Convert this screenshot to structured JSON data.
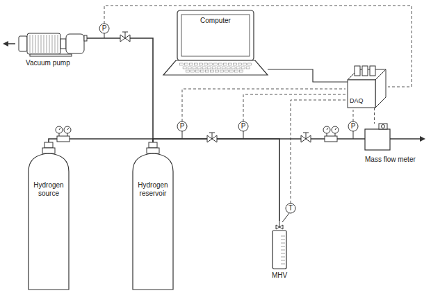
{
  "diagram": {
    "nodes": [
      {
        "text": [
          "Vacuum pump"
        ]
      },
      {
        "text": [
          "Computer"
        ]
      },
      {
        "text": [
          "DAQ"
        ]
      },
      {
        "text": [
          "Hydrogen source"
        ]
      },
      {
        "text": [
          "Hydrogen reservoir"
        ]
      },
      {
        "text": [
          "MHV"
        ]
      },
      {
        "text": [
          "Mass flow meter"
        ]
      }
    ],
    "edges": [
      {
        "from": 1,
        "to": 2,
        "arrow": "none"
      },
      {
        "from": 3,
        "to": 4,
        "arrow": "none"
      },
      {
        "from": 4,
        "to": 0,
        "arrow": "none"
      },
      {
        "from": 4,
        "to": 5,
        "arrow": "none"
      },
      {
        "from": 4,
        "to": 6,
        "arrow": "none"
      },
      {
        "from": 2,
        "to": 6,
        "arrow": "none"
      }
    ],
    "labels": [
      "P",
      "P",
      "P",
      "P",
      "T"
    ]
  }
}
